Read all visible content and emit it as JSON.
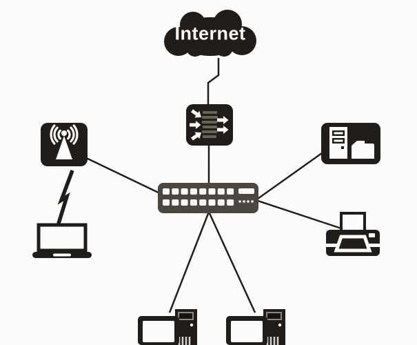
{
  "diagram": {
    "type": "network-topology",
    "style": "scanned black-and-white clipart",
    "background_color": "#ffffff",
    "ink_color": "#1e1a17",
    "switch_body_color": "#4a4540",
    "nodes": {
      "internet": {
        "id": "internet",
        "label": "Internet",
        "icon": "cloud-icon"
      },
      "router": {
        "id": "router",
        "icon": "router-icon",
        "detail": "rounded box, 3 white arrows in on left, 2 white arrows out on right, illegible label text in center"
      },
      "switch": {
        "id": "switch",
        "icon": "switch-icon",
        "ports": 16,
        "port_rows": 2,
        "uplink_slots": 1,
        "leds": 4
      },
      "wireless_ap": {
        "id": "wireless-access-point",
        "icon": "wireless-antenna-icon",
        "detail": "antenna cone with 3 signal arcs each side"
      },
      "laptop": {
        "id": "laptop",
        "icon": "laptop-icon"
      },
      "file_server": {
        "id": "file-server",
        "icon": "server-folder-icon",
        "detail": "tower case with folder"
      },
      "printer": {
        "id": "printer",
        "icon": "printer-icon",
        "detail": "paper sheet above body with output tray"
      },
      "workstation_1": {
        "id": "workstation-1",
        "icon": "desktop-computer-icon",
        "detail": "monitor with tower, cut off at bottom edge"
      },
      "workstation_2": {
        "id": "workstation-2",
        "icon": "desktop-computer-icon",
        "detail": "monitor with tower, cut off at bottom edge"
      }
    },
    "connections": [
      {
        "from": "internet",
        "to": "router",
        "style": "zigzag-line"
      },
      {
        "from": "router",
        "to": "switch",
        "style": "straight-line"
      },
      {
        "from": "switch",
        "to": "wireless-access-point",
        "style": "straight-line"
      },
      {
        "from": "switch",
        "to": "file-server",
        "style": "straight-line"
      },
      {
        "from": "switch",
        "to": "printer",
        "style": "straight-line"
      },
      {
        "from": "switch",
        "to": "workstation-1",
        "style": "straight-line"
      },
      {
        "from": "switch",
        "to": "workstation-2",
        "style": "straight-line"
      },
      {
        "from": "wireless-access-point",
        "to": "laptop",
        "style": "lightning-bolt"
      }
    ]
  }
}
